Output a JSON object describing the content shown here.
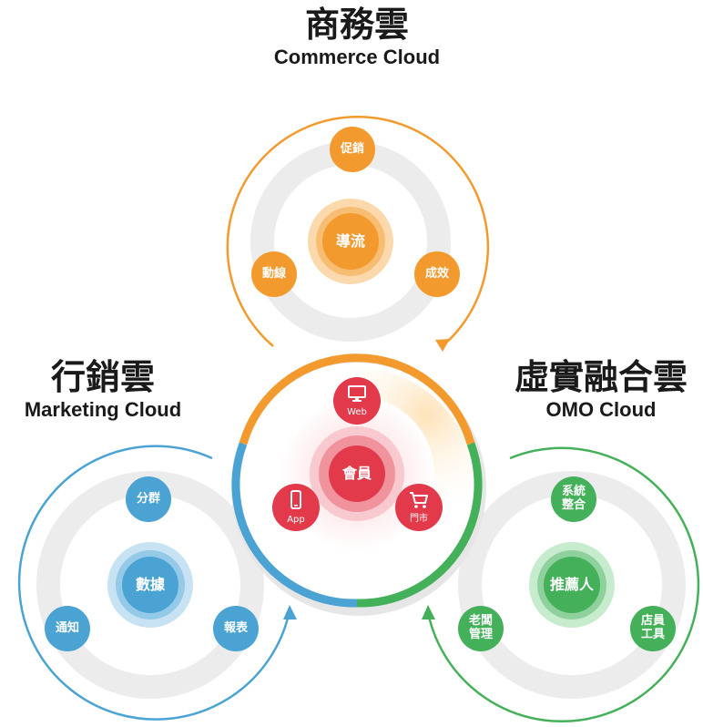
{
  "commerce": {
    "title": "商務雲",
    "subtitle": "Commerce Cloud",
    "center": "導流",
    "nodes": [
      "促銷",
      "動線",
      "成效"
    ],
    "color": "#f39a2e"
  },
  "marketing": {
    "title": "行銷雲",
    "subtitle": "Marketing Cloud",
    "center": "數據",
    "nodes": [
      "分群",
      "通知",
      "報表"
    ],
    "color": "#4aa3d3"
  },
  "omo": {
    "title": "虛實融合雲",
    "subtitle": "OMO Cloud",
    "center": "推薦人",
    "nodes": [
      "系統\n整合",
      "老闆\n管理",
      "店員\n工具"
    ],
    "color": "#44b05a"
  },
  "member": {
    "center": "會員",
    "channels": [
      "Web",
      "App",
      "門市"
    ],
    "icons": [
      "monitor-icon",
      "phone-icon",
      "cart-icon"
    ],
    "color": "#e2394b"
  }
}
